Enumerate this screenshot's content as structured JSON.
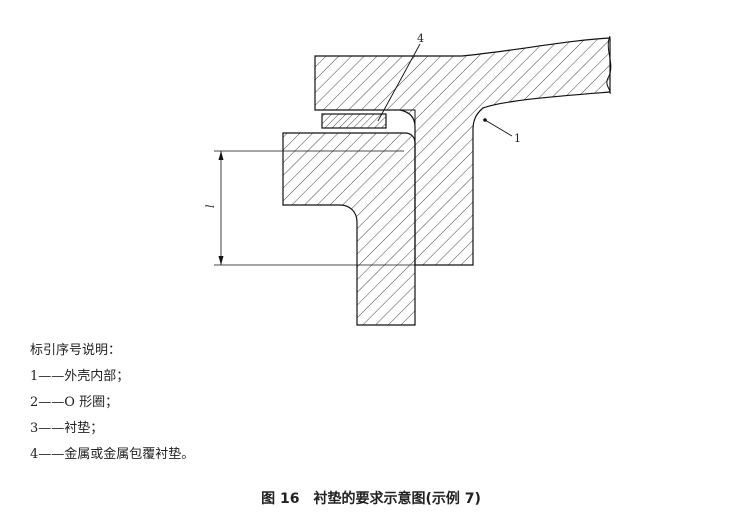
{
  "diagram": {
    "callouts": {
      "part_1": "1",
      "part_4": "4",
      "dimension_l": "l"
    }
  },
  "legend": {
    "heading": "标引序号说明：",
    "items": [
      {
        "num": "1",
        "dash": "——",
        "text": "外壳内部；"
      },
      {
        "num": "2",
        "dash": "——",
        "text": "O 形圈；"
      },
      {
        "num": "3",
        "dash": "——",
        "text": "衬垫；"
      },
      {
        "num": "4",
        "dash": "——",
        "text": "金属或金属包覆衬垫。"
      }
    ]
  },
  "caption": "图 16　衬垫的要求示意图(示例 7)"
}
